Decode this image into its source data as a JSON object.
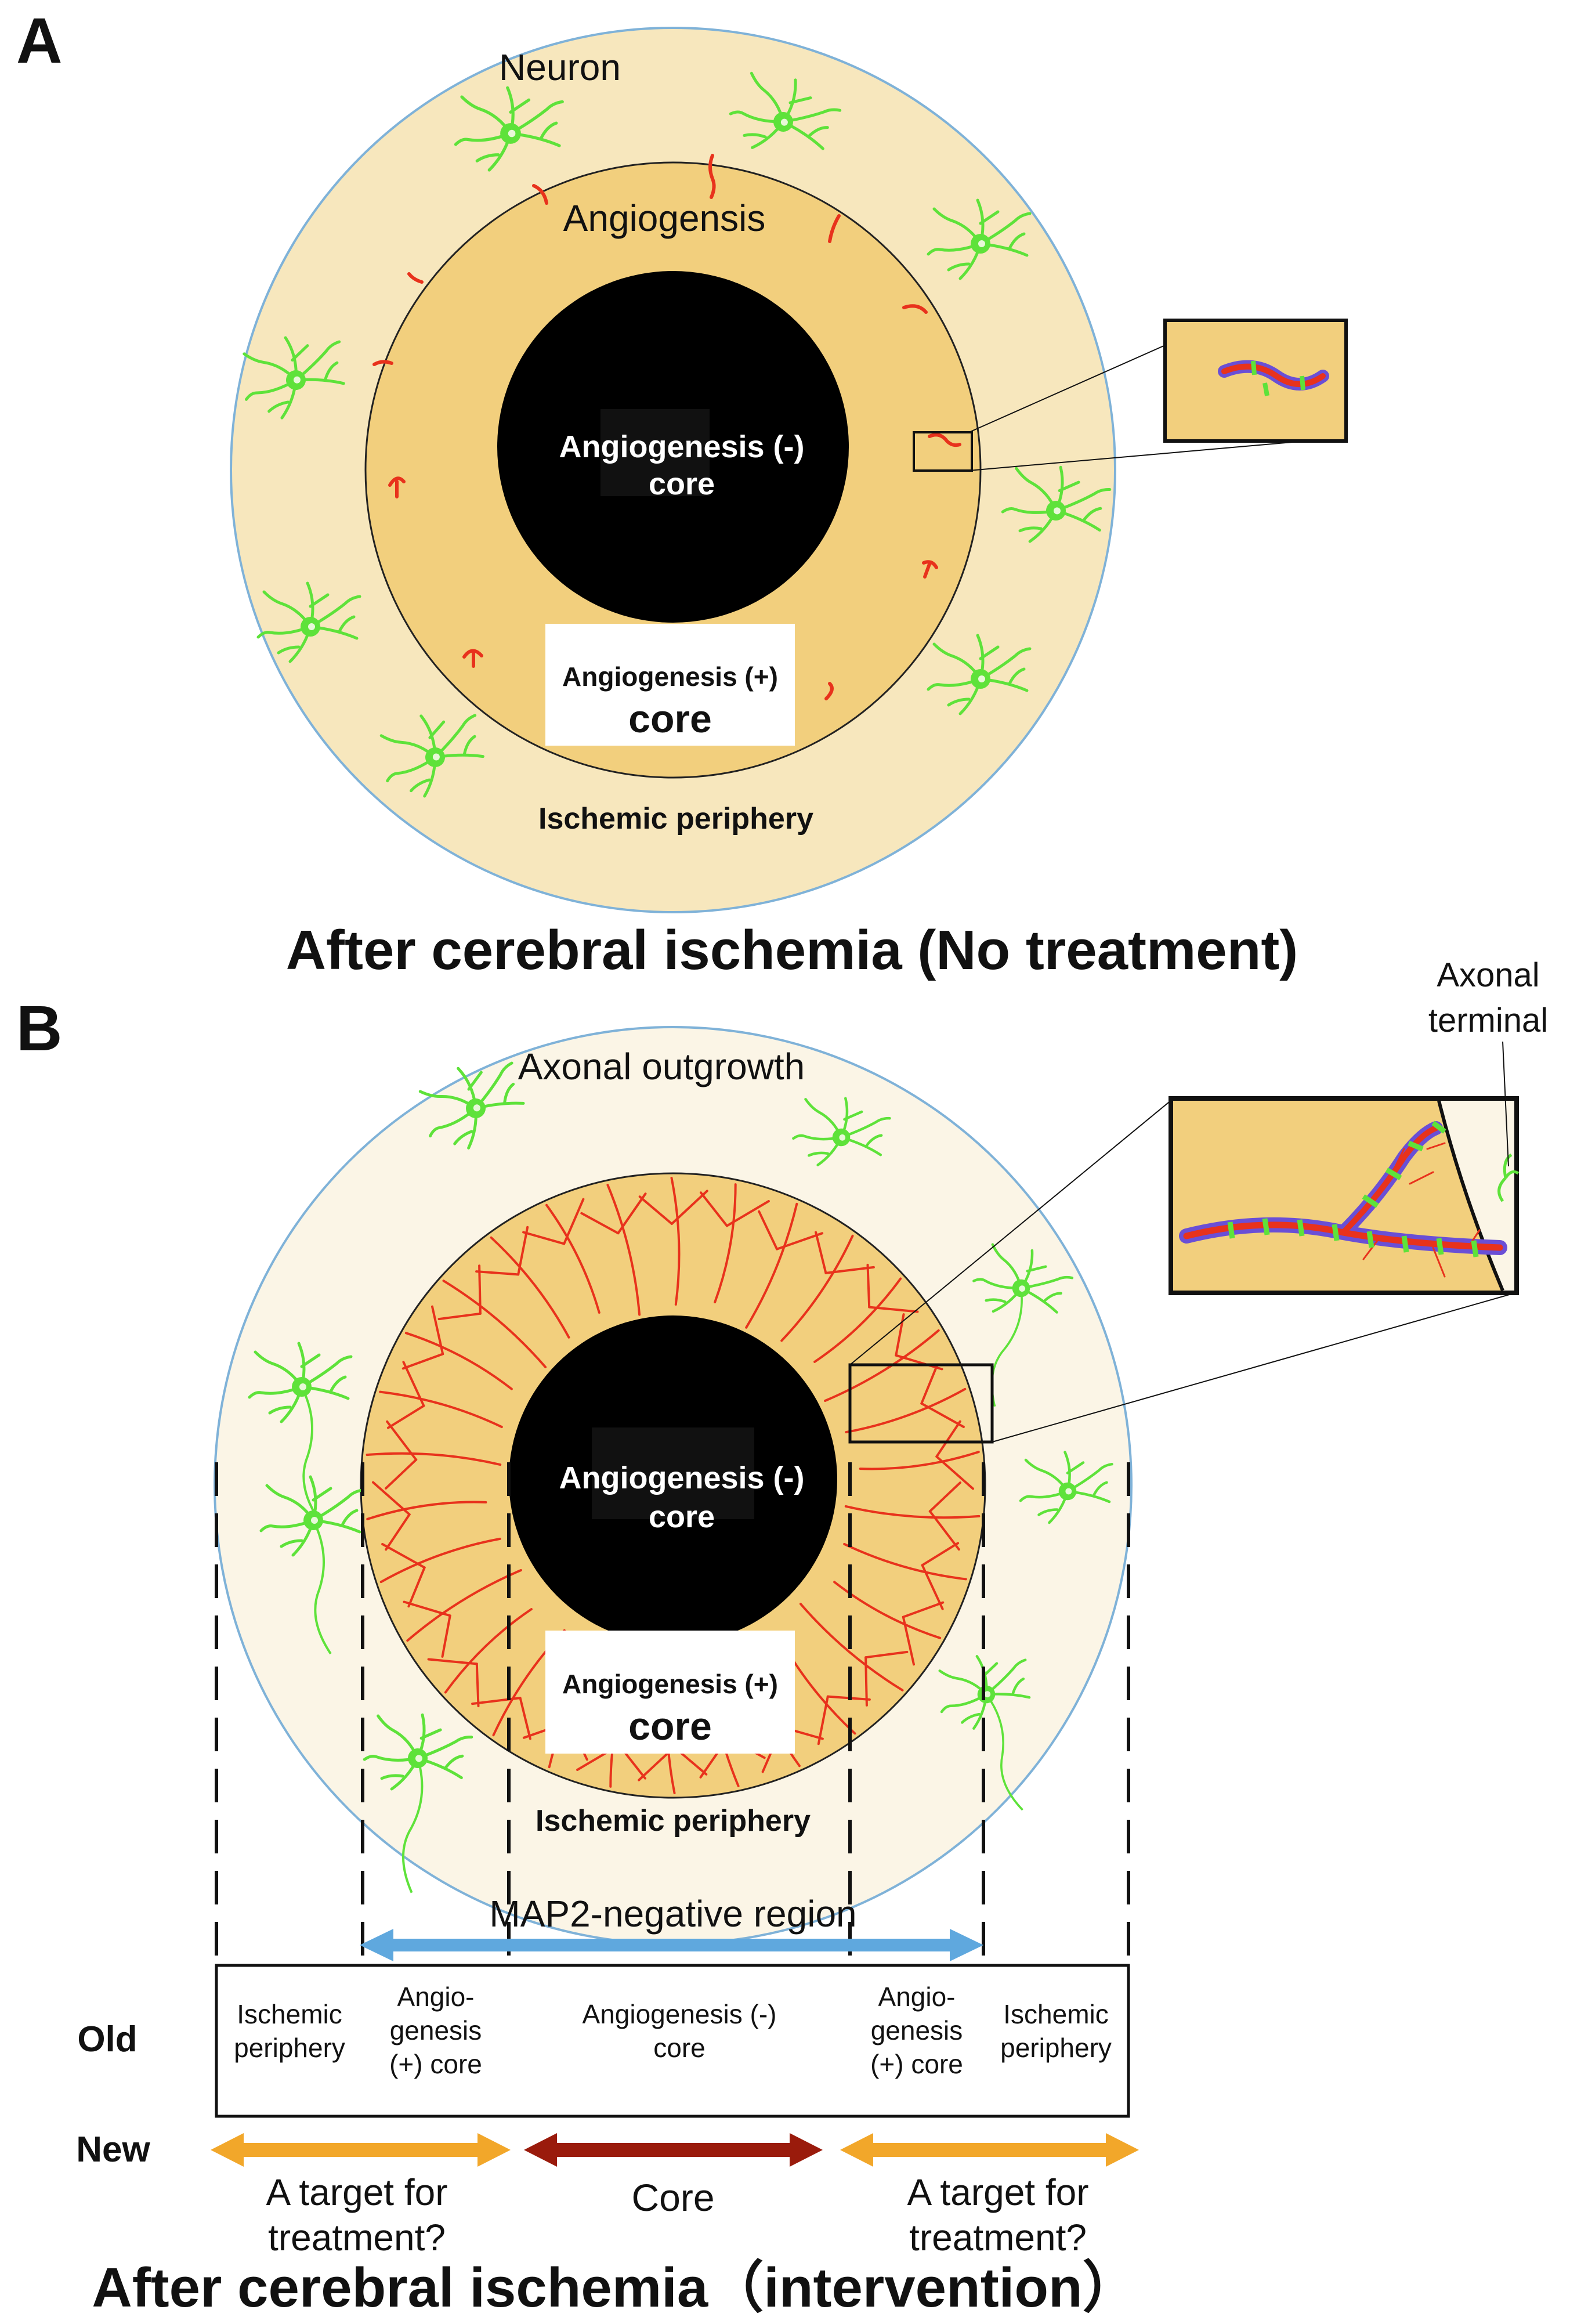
{
  "colors": {
    "outer_ring": "#f7e7bd",
    "outer_ring_b": "#fbf5e6",
    "middle_ring": "#f2cf7d",
    "core": "#000000",
    "vessel": "#e8321c",
    "neuron": "#5ee23a",
    "pericyte": "#6a4fd6",
    "outline": "#7fb2d8",
    "map2_arrow": "#5fa8de",
    "target_arrow": "#f2a72a",
    "core_arrow": "#9a1b0c"
  },
  "panel_a": {
    "letter": "A",
    "neuron_label": "Neuron",
    "angio_label": "Angiogensis",
    "core_label_1": "Angiogenesis (-)",
    "core_label_2": "core",
    "plus_label_1": "Angiogenesis (+)",
    "plus_label_2": "core",
    "periphery_label": "Ischemic periphery",
    "caption": "After cerebral ischemia (No treatment)"
  },
  "panel_b": {
    "letter": "B",
    "outgrowth_label": "Axonal outgrowth",
    "axon_terminal_label_1": "Axonal",
    "axon_terminal_label_2": "terminal",
    "core_label_1": "Angiogenesis (-)",
    "core_label_2": "core",
    "plus_label_1": "Angiogenesis (+)",
    "plus_label_2": "core",
    "periphery_label": "Ischemic periphery",
    "map2_label": "MAP2-negative region",
    "row_old": "Old",
    "row_new": "New",
    "table_cells": [
      [
        "Ischemic",
        "periphery"
      ],
      [
        "Angio-",
        "genesis",
        "(+) core"
      ],
      [
        "Angiogenesis (-)",
        "core"
      ],
      [
        "Angio-",
        "genesis",
        "(+) core"
      ],
      [
        "Ischemic",
        "periphery"
      ]
    ],
    "new_labels": {
      "left_1": "A target for",
      "left_2": "treatment?",
      "center": "Core",
      "right_1": "A target for",
      "right_2": "treatment?"
    },
    "caption": "After cerebral ischemia（intervention）"
  }
}
